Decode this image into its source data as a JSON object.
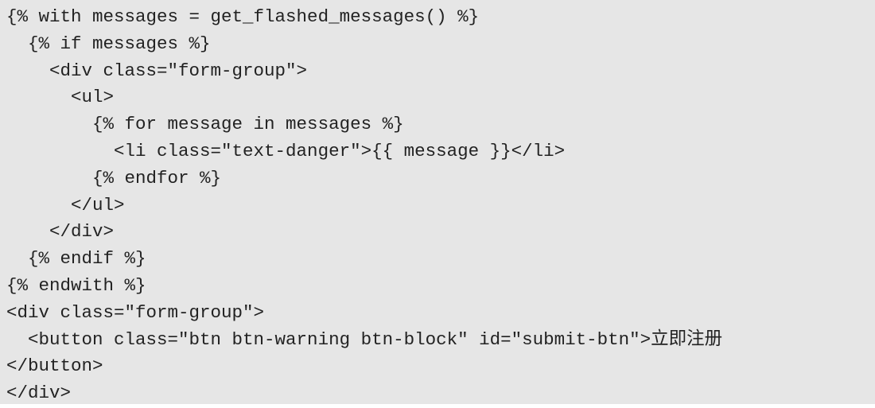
{
  "code": {
    "lines": [
      "{% with messages = get_flashed_messages() %}",
      "  {% if messages %}",
      "    <div class=\"form-group\">",
      "      <ul>",
      "        {% for message in messages %}",
      "          <li class=\"text-danger\">{{ message }}</li>",
      "        {% endfor %}",
      "      </ul>",
      "    </div>",
      "  {% endif %}",
      "{% endwith %}",
      "<div class=\"form-group\">",
      "  <button class=\"btn btn-warning btn-block\" id=\"submit-btn\">立即注册",
      "</button>",
      "</div>"
    ]
  }
}
